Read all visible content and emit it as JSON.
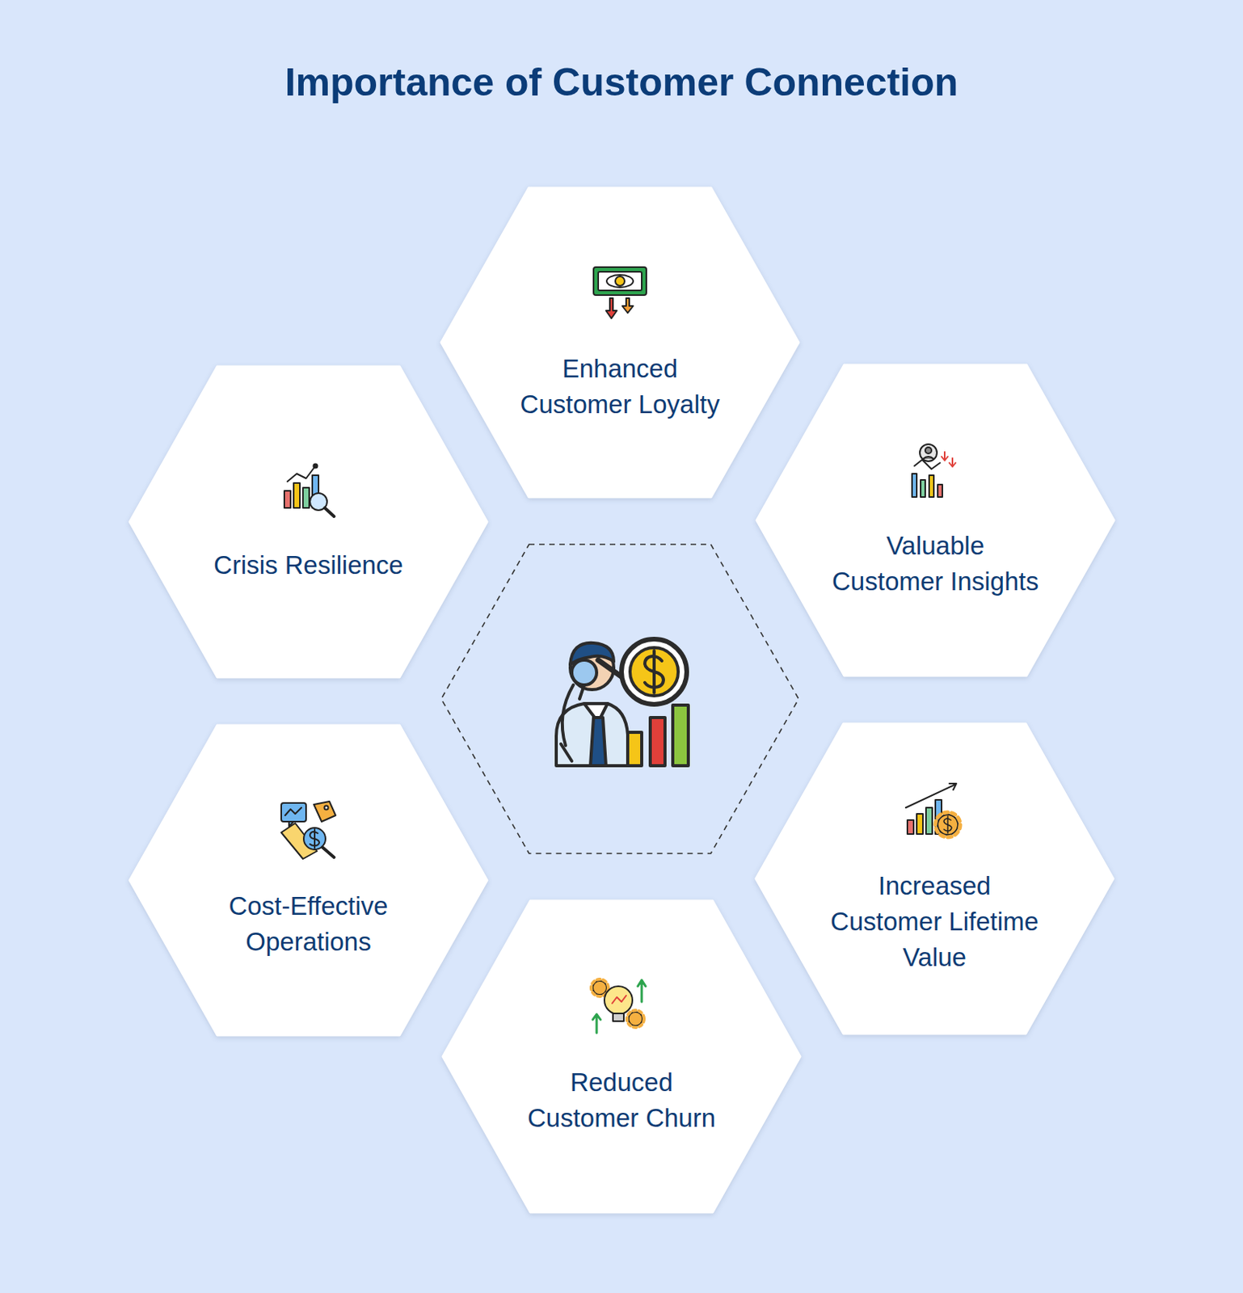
{
  "diagram": {
    "title": "Importance of Customer Connection",
    "nodes": [
      {
        "text": [
          "Enhanced Customer Loyalty"
        ]
      },
      {
        "text": [
          "Crisis Resilience"
        ]
      },
      {
        "text": [
          "Valuable Customer Insights"
        ]
      },
      {
        "text": [
          "Cost-Effective Operations"
        ]
      },
      {
        "text": [
          "Increased Customer Lifetime Value"
        ]
      },
      {
        "text": [
          "Reduced Customer Churn"
        ]
      }
    ]
  }
}
